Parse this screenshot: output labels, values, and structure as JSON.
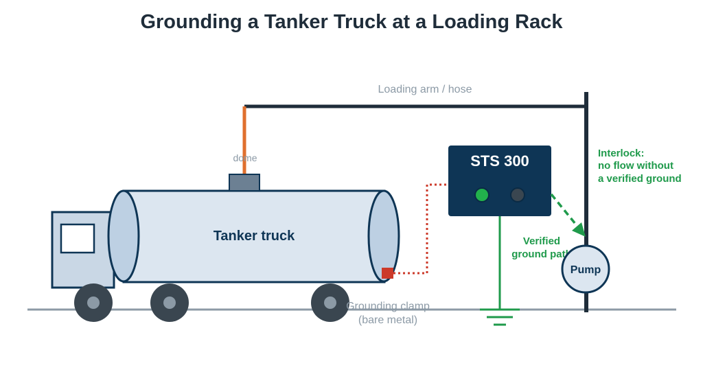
{
  "title": "Grounding a Tanker Truck at a Loading Rack",
  "labels": {
    "loading_arm": "Loading arm / hose",
    "dome": "dome",
    "tanker": "Tanker truck",
    "device": "STS 300",
    "interlock_1": "Interlock:",
    "interlock_2": "no flow without",
    "interlock_3": "a verified ground",
    "verified_1": "Verified",
    "verified_2": "ground path",
    "pump": "Pump",
    "clamp_1": "Grounding clamp",
    "clamp_2": "(bare metal)"
  },
  "colors": {
    "navy": "#0e3555",
    "tank_fill": "#dce6f0",
    "rack": "#1f2d3a",
    "hose": "#e0702e",
    "clamp": "#cc3a2a",
    "ground_green": "#1f9a4b",
    "led_green": "#22b14c",
    "led_dark": "#3a4650",
    "ground_line": "#8c9aa6",
    "wheel": "#3a4650"
  }
}
